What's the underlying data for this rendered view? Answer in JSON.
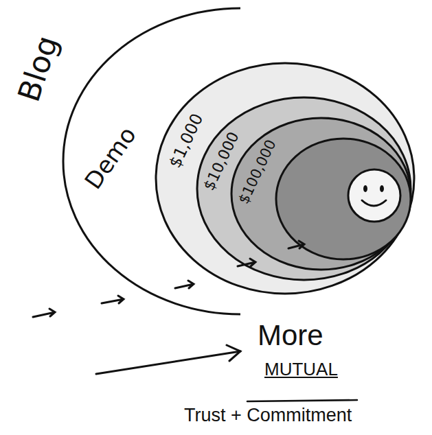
{
  "diagram": {
    "nodes": [
      {
        "text": [
          "Blog"
        ]
      },
      {
        "text": [
          "Demo"
        ],
        "in": 0
      },
      {
        "text": [
          "$1,000"
        ],
        "in": 1
      },
      {
        "text": [
          "$10,000"
        ],
        "in": 2
      },
      {
        "text": [
          "$100,000"
        ],
        "in": 3
      }
    ],
    "labels": [
      "More",
      "MUTUAL",
      "Trust + Commitment"
    ]
  }
}
